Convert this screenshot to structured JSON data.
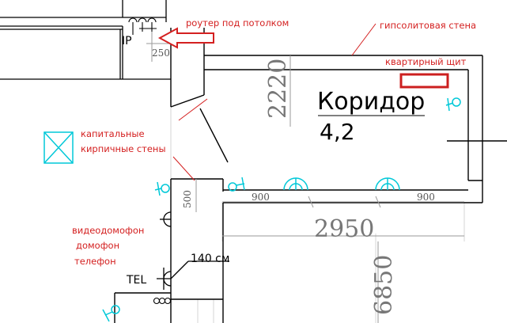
{
  "room": {
    "name": "Коридор",
    "area": "4,2"
  },
  "labels": {
    "router": "роутер под потолком",
    "gypsum_wall": "гипсолитовая стена",
    "apartment_panel": "квартирный щит",
    "capital_walls_line1": "капитальные",
    "capital_walls_line2": "кирпичные стены",
    "video_intercom": "видеодомофон",
    "intercom": "домофон",
    "phone": "телефон",
    "height_note": "140 см",
    "tel": "TEL",
    "ip": "IP"
  },
  "dimensions": {
    "router_offset": "250",
    "room_height": "2220",
    "left_900": "900",
    "right_900": "900",
    "door_500": "500",
    "width_2950": "2950",
    "total_6850": "6850"
  },
  "colors": {
    "annotation": "#d42020",
    "fixtures": "#00c8d8",
    "walls": "#000000",
    "dimension_lines": "#999999",
    "panel": "#cc1f1f"
  }
}
